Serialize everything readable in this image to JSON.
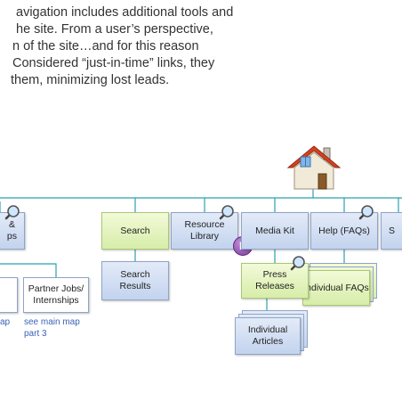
{
  "intro_lines": [
    "avigation includes additional tools and",
    "he site. From a user’s perspective,",
    "n of the site…and for this reason",
    "Considered “just-in-time” links, they",
    "them, minimizing lost leads."
  ],
  "boxes": {
    "partial_left": "&\nps",
    "search": "Search",
    "resource_library": "Resource\nLibrary",
    "media_kit": "Media Kit",
    "help_faqs": "Help (FAQs)",
    "partial_right": "S",
    "search_results": "Search\nResults",
    "partner_jobs": "Partner Jobs/\nInternships",
    "press_releases": "Press\nReleases",
    "individual_faqs": "Individual FAQs",
    "individual_articles": "Individual\nArticles"
  },
  "notes": {
    "left": "ap",
    "main_map": "see main map\npart 3"
  },
  "badge": "P",
  "colors": {
    "connector": "#2aa0b4",
    "box_blue": "#d3dff4",
    "box_green": "#e4f3c0",
    "link_text": "#3a62b8"
  }
}
